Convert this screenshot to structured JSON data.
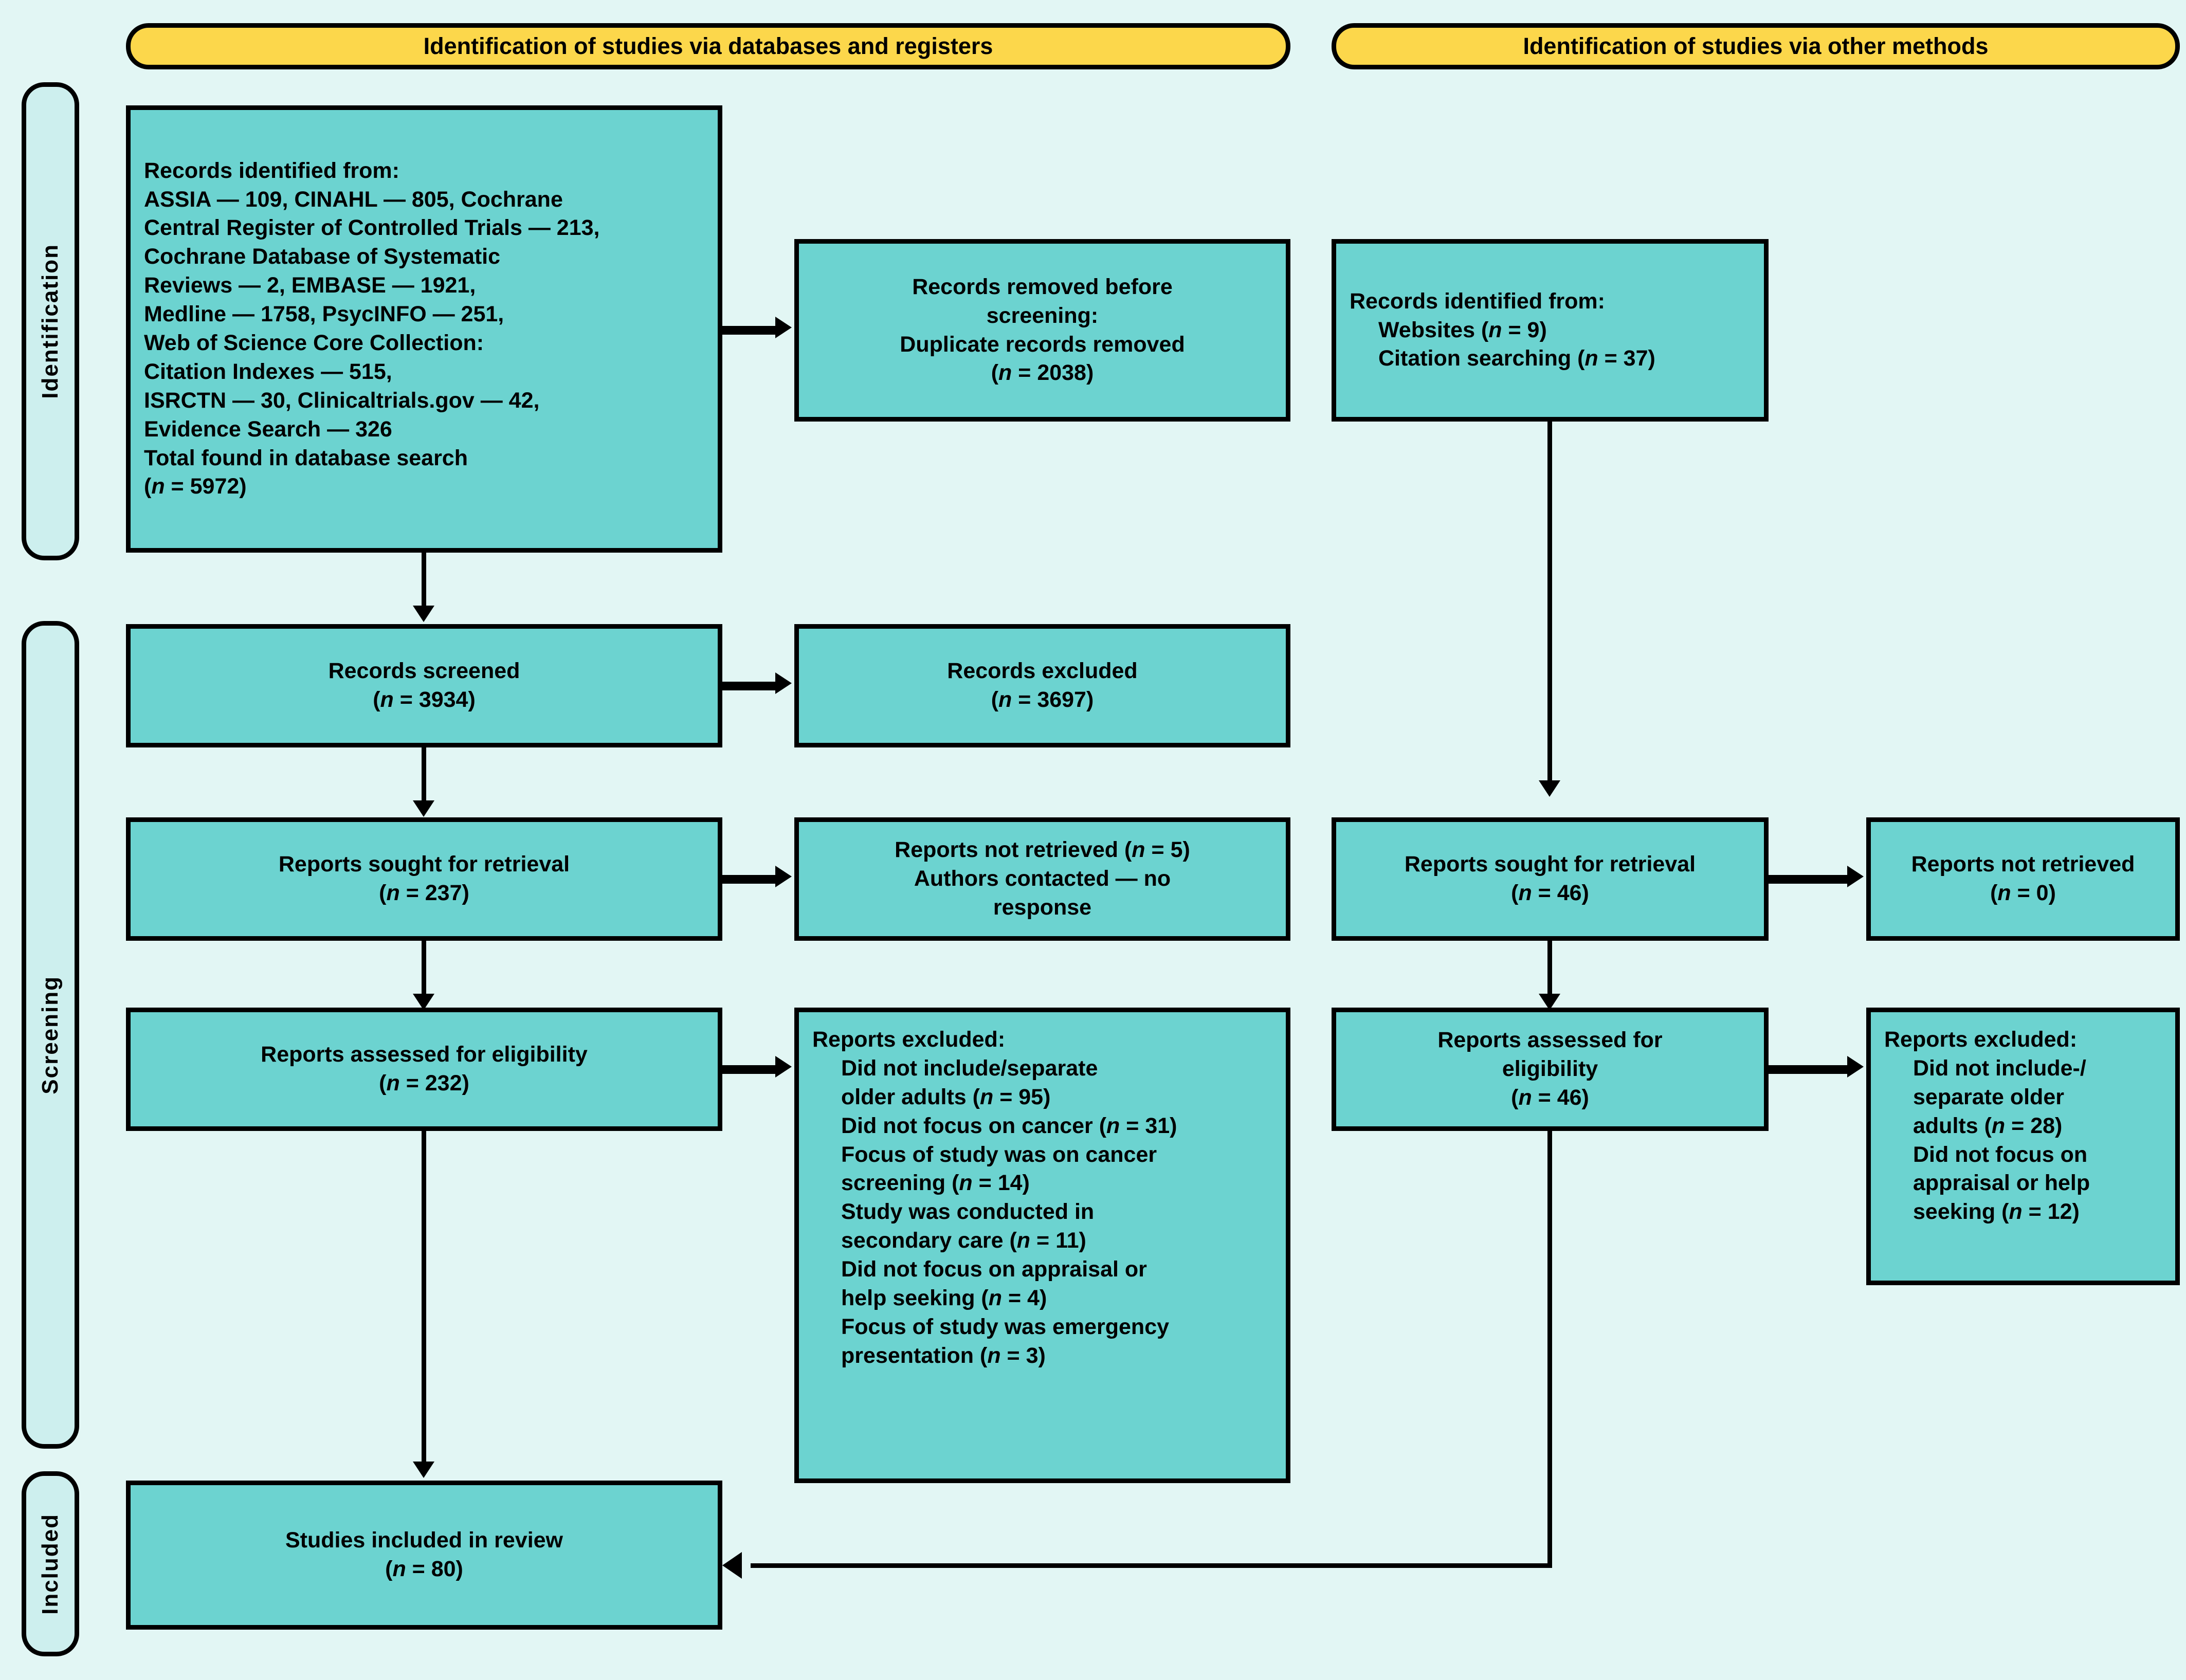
{
  "diagram": {
    "title": "PRISMA 2020 flow diagram",
    "colors": {
      "background": "#e2f6f4",
      "box_fill": "#6cd3d0",
      "banner_fill": "#fcd74b",
      "stage_label_fill": "#cdefee",
      "border": "#000000"
    }
  },
  "banners": {
    "left": "Identification of studies via databases and registers",
    "right": "Identification of studies via other methods"
  },
  "stage_labels": {
    "identification": "Identification",
    "screening": "Screening",
    "included": "Included"
  },
  "left_column": {
    "identified": {
      "lines": [
        "Records identified from:",
        "ASSIA — 109, CINAHL — 805, Cochrane",
        "Central Register of Controlled Trials — 213,",
        "Cochrane Database of Systematic",
        "Reviews — 2, EMBASE — 1921,",
        "Medline — 1758, PsycINFO — 251,",
        "Web of Science Core Collection:",
        "Citation Indexes — 515,",
        "ISRCTN — 30, Clinicaltrials.gov — 42,",
        "Evidence Search — 326",
        "Total found in database search",
        "(n = 5972)"
      ],
      "databases": [
        {
          "name": "ASSIA",
          "n": 109
        },
        {
          "name": "CINAHL",
          "n": 805
        },
        {
          "name": "Cochrane Central Register of Controlled Trials",
          "n": 213
        },
        {
          "name": "Cochrane Database of Systematic Reviews",
          "n": 2
        },
        {
          "name": "EMBASE",
          "n": 1921
        },
        {
          "name": "Medline",
          "n": 1758
        },
        {
          "name": "PsycINFO",
          "n": 251
        },
        {
          "name": "Web of Science Core Collection: Citation Indexes",
          "n": 515
        },
        {
          "name": "ISRCTN",
          "n": 30
        },
        {
          "name": "Clinicaltrials.gov",
          "n": 42
        },
        {
          "name": "Evidence Search",
          "n": 326
        }
      ],
      "total_n": 5972
    },
    "removed": {
      "lines": [
        "Records removed before",
        "screening:",
        "Duplicate records removed",
        "(n = 2038)"
      ],
      "n": 2038
    },
    "screened": {
      "lines": [
        "Records screened",
        "(n = 3934)"
      ],
      "n": 3934
    },
    "records_excluded": {
      "lines": [
        "Records excluded",
        "(n = 3697)"
      ],
      "n": 3697
    },
    "sought": {
      "lines": [
        "Reports sought for retrieval",
        "(n = 237)"
      ],
      "n": 237
    },
    "not_retrieved": {
      "lines": [
        "Reports not retrieved (n = 5)",
        "Authors contacted — no",
        "response"
      ],
      "n": 5
    },
    "assessed": {
      "lines": [
        "Reports assessed for eligibility",
        "(n = 232)"
      ],
      "n": 232
    },
    "reports_excluded": {
      "heading": "Reports excluded:",
      "lines": [
        "Did not include/separate",
        "older adults (n = 95)",
        "Did not focus on cancer (n = 31)",
        "Focus of study was on cancer",
        "screening (n = 14)",
        "Study was conducted in",
        "secondary care (n = 11)",
        "Did not focus on appraisal or",
        "help seeking (n = 4)",
        "Focus of study was emergency",
        "presentation (n = 3)"
      ],
      "reasons": [
        {
          "reason": "Did not include/separate older adults",
          "n": 95
        },
        {
          "reason": "Did not focus on cancer",
          "n": 31
        },
        {
          "reason": "Focus of study was on cancer screening",
          "n": 14
        },
        {
          "reason": "Study was conducted in secondary care",
          "n": 11
        },
        {
          "reason": "Did not focus on appraisal or help seeking",
          "n": 4
        },
        {
          "reason": "Focus of study was emergency presentation",
          "n": 3
        }
      ]
    }
  },
  "right_column": {
    "identified": {
      "lines": [
        "Records identified from:",
        "Websites (n = 9)",
        "Citation searching (n = 37)"
      ],
      "sources": [
        {
          "name": "Websites",
          "n": 9
        },
        {
          "name": "Citation searching",
          "n": 37
        }
      ]
    },
    "sought": {
      "lines": [
        "Reports sought for retrieval",
        "(n = 46)"
      ],
      "n": 46
    },
    "not_retrieved": {
      "lines": [
        "Reports not retrieved",
        "(n = 0)"
      ],
      "n": 0
    },
    "assessed": {
      "lines": [
        "Reports assessed for",
        "eligibility",
        "(n = 46)"
      ],
      "n": 46
    },
    "reports_excluded": {
      "heading": "Reports excluded:",
      "lines": [
        "Did not include-/",
        "separate older",
        "adults (n = 28)",
        "Did not focus on",
        "appraisal or help",
        "seeking (n = 12)"
      ],
      "reasons": [
        {
          "reason": "Did not include-/separate older adults",
          "n": 28
        },
        {
          "reason": "Did not focus on appraisal or help seeking",
          "n": 12
        }
      ]
    }
  },
  "included": {
    "lines": [
      "Studies included in review",
      "(n = 80)"
    ],
    "n": 80
  }
}
